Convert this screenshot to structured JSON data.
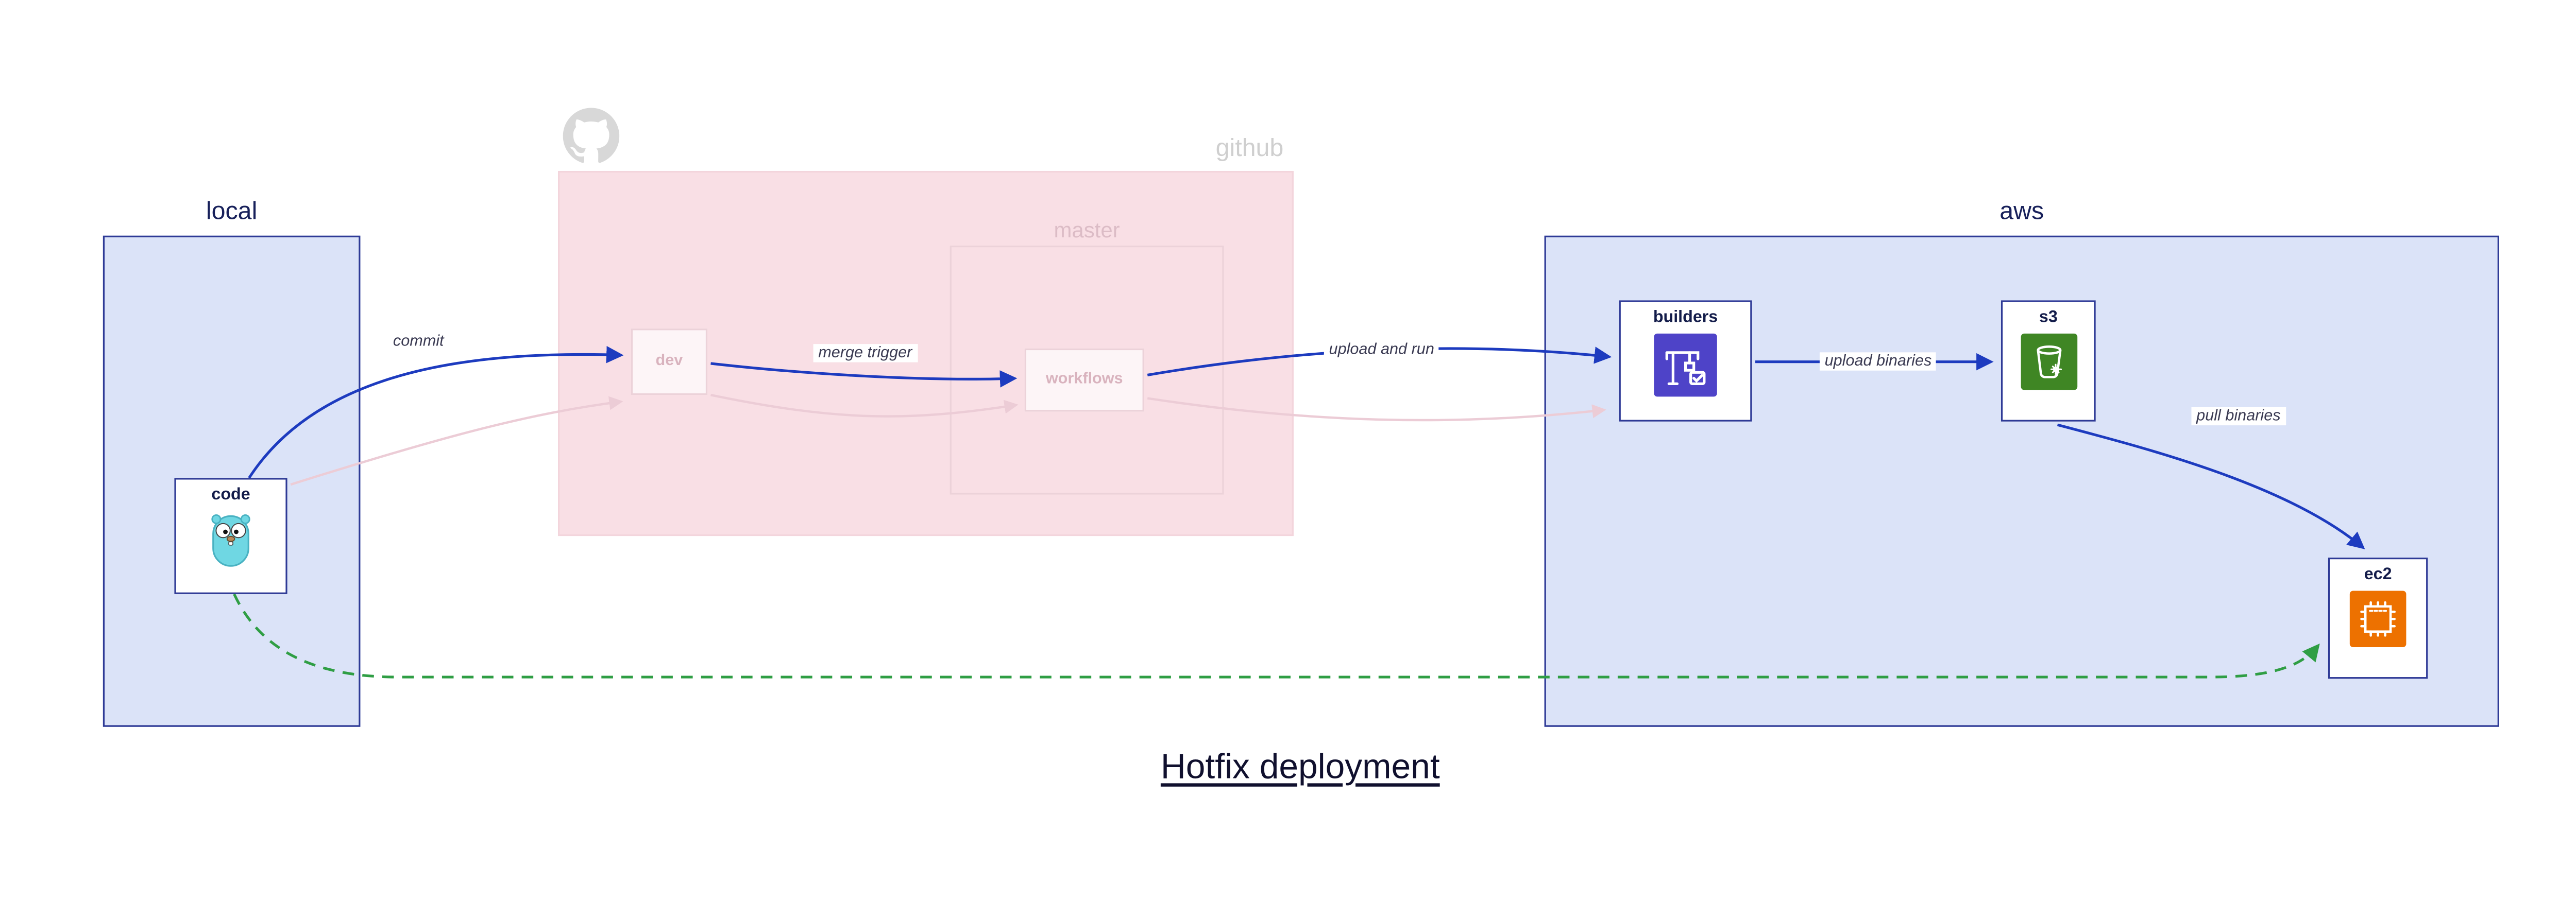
{
  "title": "Hotfix deployment",
  "containers": {
    "local": {
      "label": "local"
    },
    "github": {
      "label": "github",
      "master": {
        "label": "master"
      }
    },
    "aws": {
      "label": "aws"
    }
  },
  "nodes": {
    "code": "code",
    "dev": "dev",
    "workflows": "workflows",
    "builders": "builders",
    "s3": "s3",
    "ec2": "ec2"
  },
  "edges": {
    "commit": "commit",
    "merge_trigger": "merge trigger",
    "upload_and_run": "upload and run",
    "upload_binaries": "upload binaries",
    "pull_binaries": "pull binaries"
  },
  "icons": {
    "github": "github-octocat-icon",
    "code": "go-gopher-icon",
    "builders": "crane-icon",
    "s3": "bucket-icon",
    "ec2": "chip-icon"
  },
  "colors": {
    "container_blue_fill": "#dbe3f8",
    "container_blue_border": "#2e3a96",
    "github_pink_fill": "#f9dfe5",
    "arrow_blue": "#1d3bbf",
    "hotfix_green": "#2f9e44",
    "faded_pink": "#ecccd6",
    "builders_purple": "#4e43c8",
    "s3_green": "#3f8624",
    "ec2_orange": "#ed7100"
  }
}
